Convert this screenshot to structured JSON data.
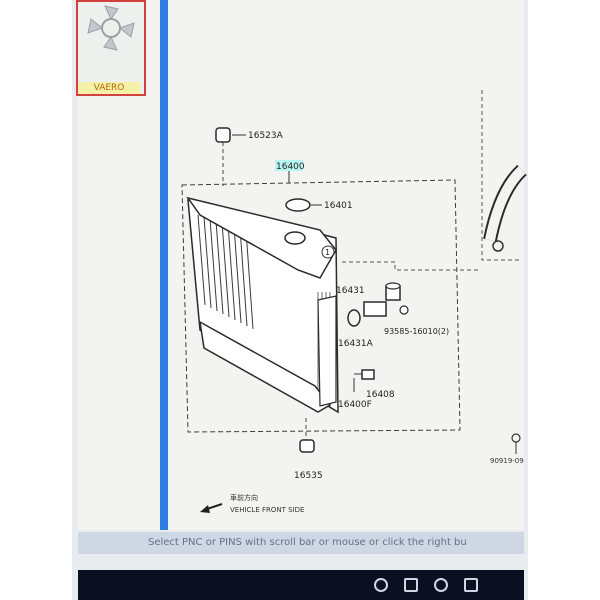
{
  "header": {
    "partial_label": "...",
    "seal_text": "VAERO"
  },
  "parts": {
    "assembly": "16400",
    "upper_cap": "16523A",
    "radiator_cap": "16401",
    "drain_cock": "16431",
    "gasket": "16431A",
    "fitting": "93585-16010(2)",
    "plug": "16408",
    "lower_drain": "16400F",
    "lower_mount": "16535",
    "side_ref": "90919-09"
  },
  "callouts": {
    "circle_num": "1",
    "front_note": "VEHICLE FRONT SIDE",
    "chinese_front": "車前方向"
  },
  "status": {
    "text": "Select PNC or PINS with scroll bar or mouse or click the right bu"
  },
  "colors": {
    "accent_blue": "#2f7de0",
    "highlight": "#b7f5f0",
    "seal_red": "#d34040"
  }
}
